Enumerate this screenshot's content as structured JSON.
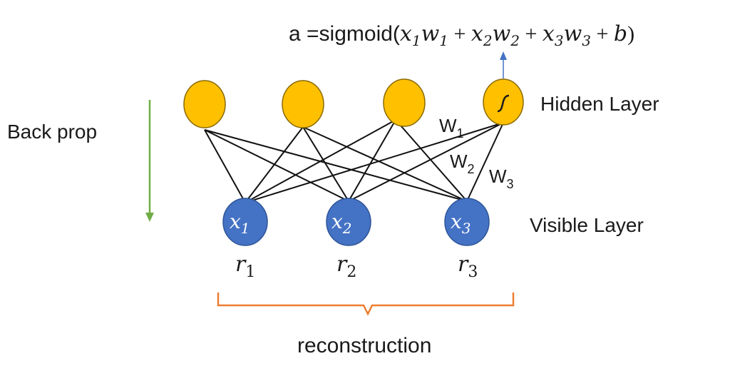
{
  "equation": {
    "prefix": "a =sigmoid(",
    "x1": "x",
    "x1_sub": "1",
    "w1": "w",
    "w1_sub": "1",
    "plus1": " + ",
    "x2": "x",
    "x2_sub": "2",
    "w2": "w",
    "w2_sub": "2",
    "plus2": " + ",
    "x3": "x",
    "x3_sub": "3",
    "w3": "w",
    "w3_sub": "3",
    "plus3": " + ",
    "b": "b",
    "suffix": ")"
  },
  "hidden_layer": {
    "label": "Hidden Layer",
    "node_count": 4,
    "color": "#FFC000",
    "stroke": "#8a6a00"
  },
  "visible_layer": {
    "label": "Visible Layer",
    "color": "#4472C4",
    "nodes": [
      {
        "var": "x",
        "sub": "1"
      },
      {
        "var": "x",
        "sub": "2"
      },
      {
        "var": "x",
        "sub": "3"
      }
    ]
  },
  "weights": [
    {
      "letter": "W",
      "sub": "1"
    },
    {
      "letter": "W",
      "sub": "2"
    },
    {
      "letter": "W",
      "sub": "3"
    }
  ],
  "backprop": {
    "label": "Back prop",
    "arrow_color": "#70AD47"
  },
  "reconstruction": {
    "label": "reconstruction",
    "brace_color": "#ED7D31",
    "outputs": [
      {
        "var": "r",
        "sub": "1"
      },
      {
        "var": "r",
        "sub": "2"
      },
      {
        "var": "r",
        "sub": "3"
      }
    ]
  },
  "activation_arrow_color": "#4472C4"
}
